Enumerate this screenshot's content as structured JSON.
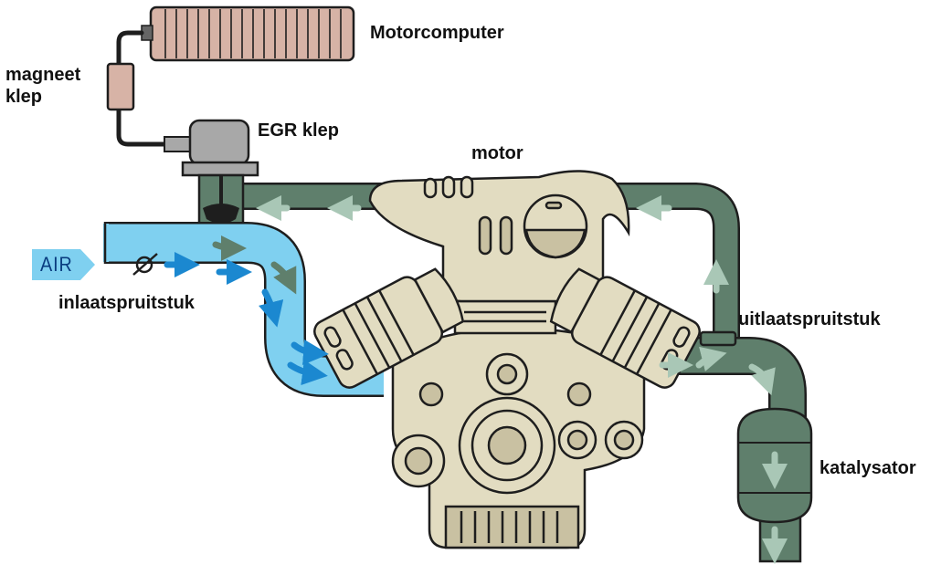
{
  "labels": {
    "motorcomputer": "Motorcomputer",
    "magneet_klep": "magneet\nklep",
    "egr_klep": "EGR klep",
    "motor": "motor",
    "inlaatspruitstuk": "inlaatspruitstuk",
    "uitlaatspruitstuk": "uitlaatspruitstuk",
    "katalysator": "katalysator",
    "air": "AIR"
  },
  "colors": {
    "intake_blue": "#7fd0f0",
    "intake_blue_dark": "#1b88d0",
    "exhaust_green": "#5f7f6c",
    "exhaust_green_light": "#a9c7b6",
    "engine_beige": "#e2dcc1",
    "engine_shade": "#c9c1a2",
    "computer_pink": "#d7b3a6",
    "valve_gray": "#a8a8a8",
    "outline": "#1e1e1e"
  }
}
